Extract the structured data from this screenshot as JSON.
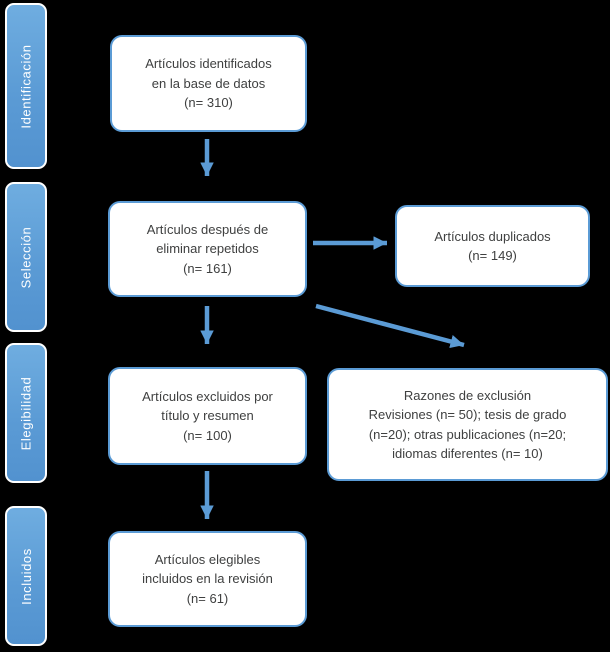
{
  "palette": {
    "background": "#000000",
    "stage_bar_fill": "#5b9bd5",
    "stage_bar_fill_light": "#6fade0",
    "stage_bar_border": "#ffffff",
    "stage_bar_text": "#ffffff",
    "box_fill": "#ffffff",
    "box_border": "#5b9bd5",
    "box_text": "#3f4040",
    "arrow": "#5b9bd5"
  },
  "sidebar": {
    "stages": [
      {
        "label": "Identificación"
      },
      {
        "label": "Selección"
      },
      {
        "label": "Elegibilidad"
      },
      {
        "label": "Incluidos"
      }
    ]
  },
  "flow": {
    "identified": {
      "text": "Artículos identificados\nen la base de datos\n(n= 310)"
    },
    "deduplicated": {
      "text": "Artículos después de\neliminar repetidos\n(n= 161)"
    },
    "duplicates": {
      "text": "Artículos duplicados\n(n= 149)"
    },
    "excluded_title_abstract": {
      "text": "Artículos excluidos por\ntítulo y resumen\n(n= 100)"
    },
    "exclusion_reasons": {
      "text": "Razones de exclusión\nRevisiones (n= 50); tesis de grado\n(n=20); otras publicaciones (n=20;\nidiomas diferentes (n= 10)"
    },
    "included": {
      "text": "Artículos elegibles\nincluidos en la revisión\n(n= 61)"
    }
  }
}
